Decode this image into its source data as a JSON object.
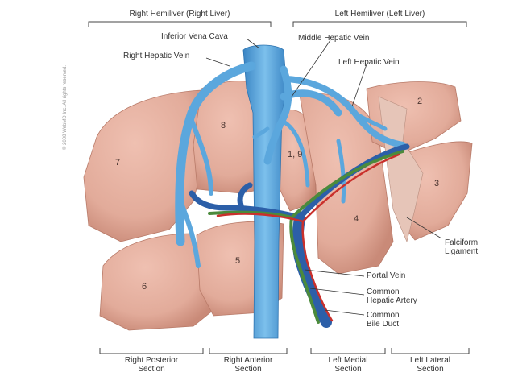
{
  "headers": {
    "right": "Right Hemiliver (Right Liver)",
    "left": "Left Hemiliver (Left Liver)"
  },
  "labels": {
    "ivc": "Inferior Vena Cava",
    "rhv": "Right Hepatic Vein",
    "mhv": "Middle Hepatic Vein",
    "lhv": "Left Hepatic Vein",
    "falciform": "Falciform\nLigament",
    "portal": "Portal Vein",
    "artery": "Common\nHepatic Artery",
    "bile": "Common\nBile Duct"
  },
  "segments": {
    "s1": "1, 9",
    "s2": "2",
    "s3": "3",
    "s4": "4",
    "s5": "5",
    "s6": "6",
    "s7": "7",
    "s8": "8"
  },
  "sections": {
    "rp": "Right Posterior\nSection",
    "ra": "Right Anterior\nSection",
    "lm": "Left Medial\nSection",
    "ll": "Left Lateral\nSection"
  },
  "copyright": "© 2008 WebMD Inc. All rights reserved.",
  "colors": {
    "liver": "#e2ab9a",
    "liver_dark": "#c98a78",
    "vein": "#5ba7dd",
    "vein_dark": "#3a85c4",
    "portal": "#2c5fa8",
    "artery": "#c9302c",
    "bile": "#4b8a3c"
  }
}
